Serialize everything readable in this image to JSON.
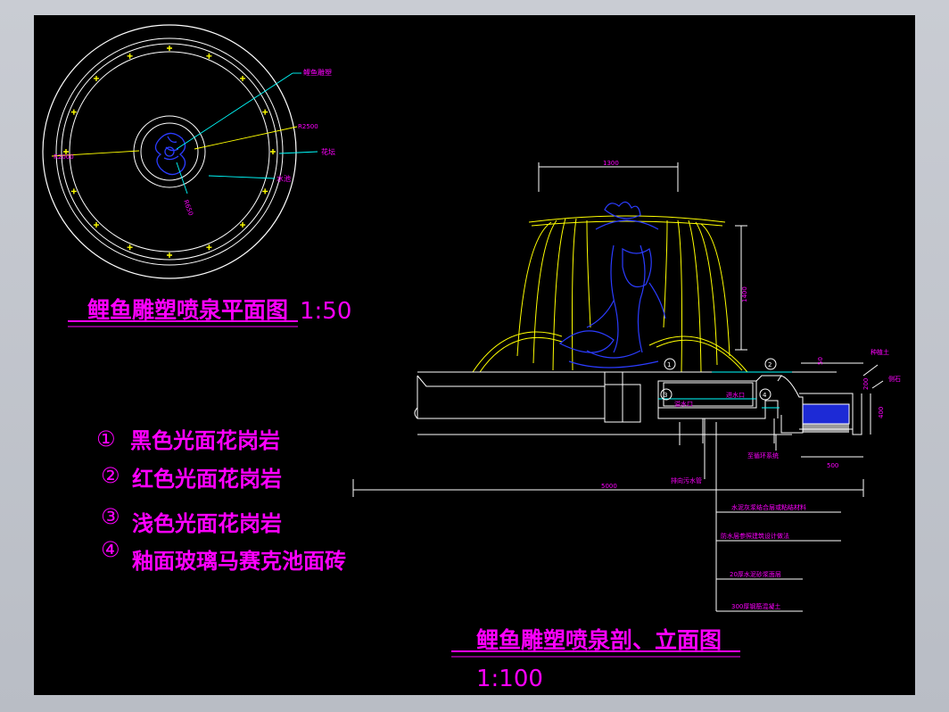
{
  "drawing": {
    "plan_title": "鲤鱼雕塑喷泉平面图",
    "plan_scale": "1:50",
    "section_title": "鲤鱼雕塑喷泉剖、立面图",
    "section_scale": "1:100"
  },
  "plan_labels": {
    "sculpture": "鲤鱼雕塑",
    "r2500": "R2500",
    "r2000": "R2000",
    "flower_bed": "花坛",
    "pool": "水池",
    "r650": "R650"
  },
  "legend": [
    {
      "num": "①",
      "text": "黑色光面花岗岩"
    },
    {
      "num": "②",
      "text": "红色光面花岗岩"
    },
    {
      "num": "③",
      "text": "浅色光面花岗岩"
    },
    {
      "num": "④",
      "text": "釉面玻璃马赛克池面砖"
    }
  ],
  "section_labels": {
    "dim_top": "1300",
    "dim_height": "1400",
    "dim_total": "5000",
    "dim_bed": "500",
    "dim_400": "400",
    "dim_200": "200",
    "dim_50": "50",
    "overflow": "溢水口",
    "inlet": "进水口",
    "drain_pipe": "排向污水管",
    "recirc": "至循环系统",
    "planting_soil": "种植土",
    "curb": "侧石",
    "mark1": "1",
    "mark2": "2",
    "mark3": "3",
    "mark4": "4"
  },
  "layers": [
    "水泥灰浆结合层或粘结材料",
    "防水层参照建筑设计做法",
    "20厚水泥砂浆面层",
    "300厚钢筋混凝土"
  ],
  "colors": {
    "background": "#000000",
    "frame": "#c9ccd3",
    "magenta": "#ff00ff",
    "yellow": "#ffff00",
    "white": "#ffffff",
    "blue": "#1d2ad6",
    "cyan": "#00ffff"
  }
}
